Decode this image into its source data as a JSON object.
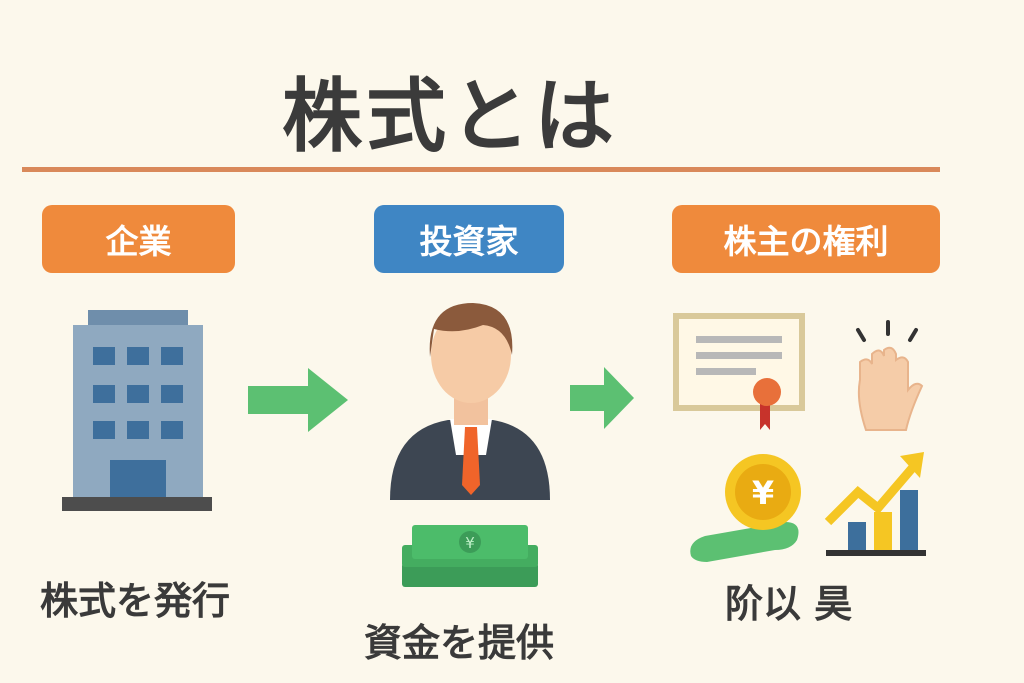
{
  "title": "株式とは",
  "sections": [
    {
      "label": "企業",
      "caption": "株式を発行"
    },
    {
      "label": "投資家",
      "caption": "資金を提供"
    },
    {
      "label": "株主の権利",
      "caption": "阶以 昊"
    }
  ],
  "colors": {
    "orange": "#ef8a3c",
    "blue": "#3f86c4",
    "green": "#5cc072",
    "rule": "#d9895a"
  },
  "icons": [
    "building-icon",
    "arrow-right-icon",
    "investor-icon",
    "money-icon",
    "certificate-icon",
    "raised-hand-icon",
    "yen-coin-icon",
    "growth-chart-icon"
  ],
  "coin_symbol": "¥"
}
